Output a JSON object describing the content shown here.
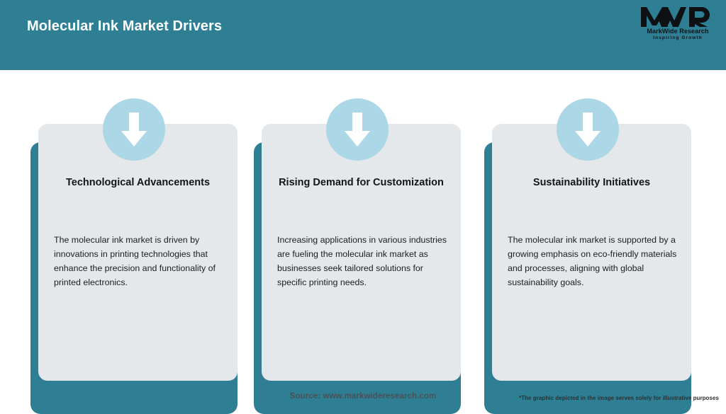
{
  "header": {
    "title": "Molecular Ink Market Drivers",
    "background_color": "#2E7F94",
    "title_color": "#FFFFFF"
  },
  "logo": {
    "mark": "MWR",
    "name": "MarkWide Research",
    "tagline": "Inspiring Growth"
  },
  "theme": {
    "accent_teal": "#2E7F94",
    "card_grey": "#E4E8EA",
    "icon_circle_blue": "#ACD7E6",
    "page_background": "#FFFFFF"
  },
  "cards": [
    {
      "icon": "arrow-down-icon",
      "title": "Technological Advancements",
      "body": "The molecular ink market is driven by innovations in printing technologies that enhance the precision and functionality of printed electronics."
    },
    {
      "icon": "arrow-down-icon",
      "title": "Rising Demand for Customization",
      "body": "Increasing applications in various industries are fueling the molecular ink market as businesses seek tailored solutions for specific printing needs."
    },
    {
      "icon": "arrow-down-icon",
      "title": "Sustainability Initiatives",
      "body": "The molecular ink market is supported by a growing emphasis on eco-friendly materials and processes, aligning with global sustainability goals."
    }
  ],
  "footer": {
    "source": "Source: www.markwideresearch.com",
    "disclaimer": "*The graphic depicted in the image serves solely for illustrative purposes"
  }
}
